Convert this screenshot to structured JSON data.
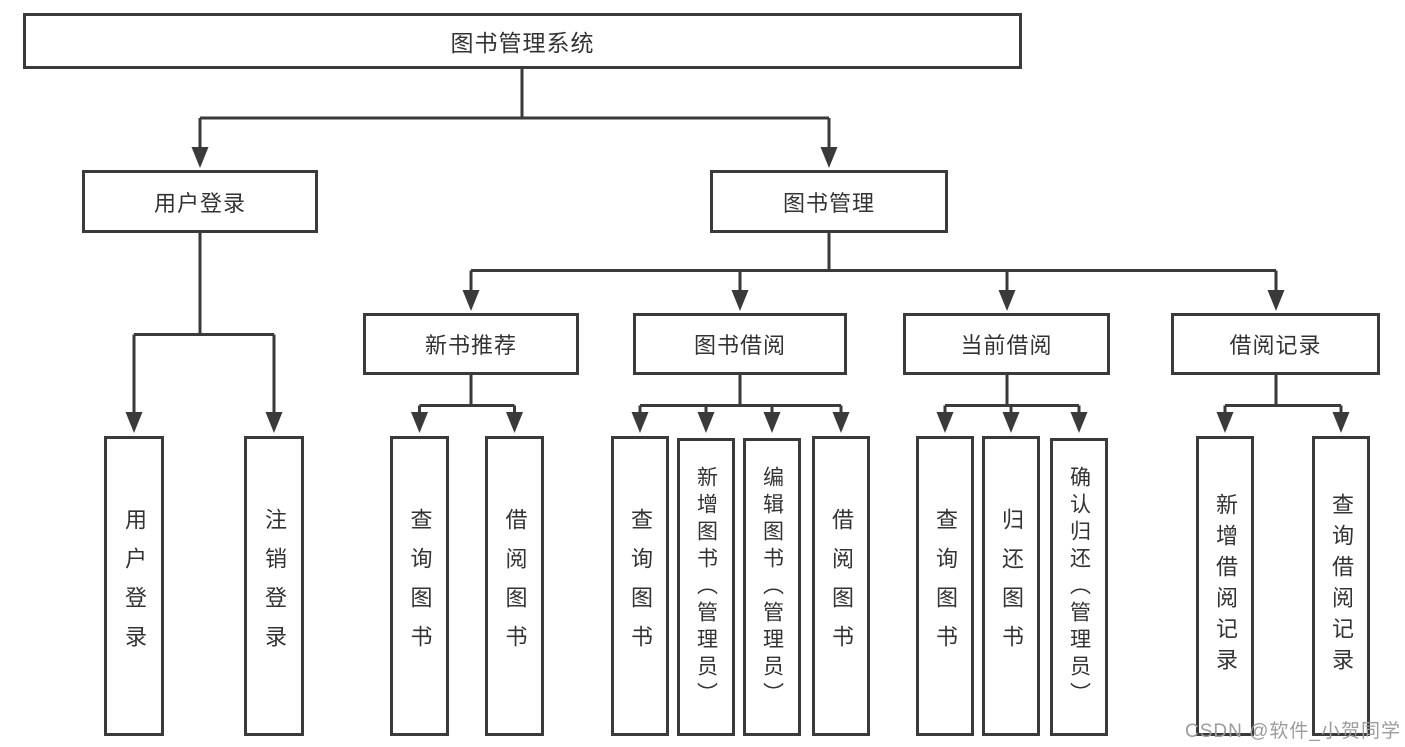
{
  "diagram": {
    "root": {
      "label": "图书管理系统"
    },
    "level2": {
      "user_login": {
        "label": "用户登录"
      },
      "book_mgmt": {
        "label": "图书管理"
      }
    },
    "level3": {
      "new_books": {
        "label": "新书推荐"
      },
      "book_borrow": {
        "label": "图书借阅"
      },
      "current_borrow": {
        "label": "当前借阅"
      },
      "borrow_records": {
        "label": "借阅记录"
      }
    },
    "leaves": {
      "user_login": [
        "用户登录",
        "注销登录"
      ],
      "new_books": [
        "查询图书",
        "借阅图书"
      ],
      "book_borrow": [
        "查询图书",
        "新增图书（管理员）",
        "编辑图书（管理员）",
        "借阅图书"
      ],
      "current_borrow": [
        "查询图书",
        "归还图书",
        "确认归还（管理员）"
      ],
      "borrow_records": [
        "新增借阅记录",
        "查询借阅记录"
      ]
    }
  },
  "watermark": {
    "text": "CSDN @软件_小贺同学"
  },
  "colors": {
    "line": "#3a3a3a",
    "text": "#333333",
    "box-bg": "#ffffff",
    "watermark": "#9c9c9c",
    "background": "#ffffff"
  }
}
